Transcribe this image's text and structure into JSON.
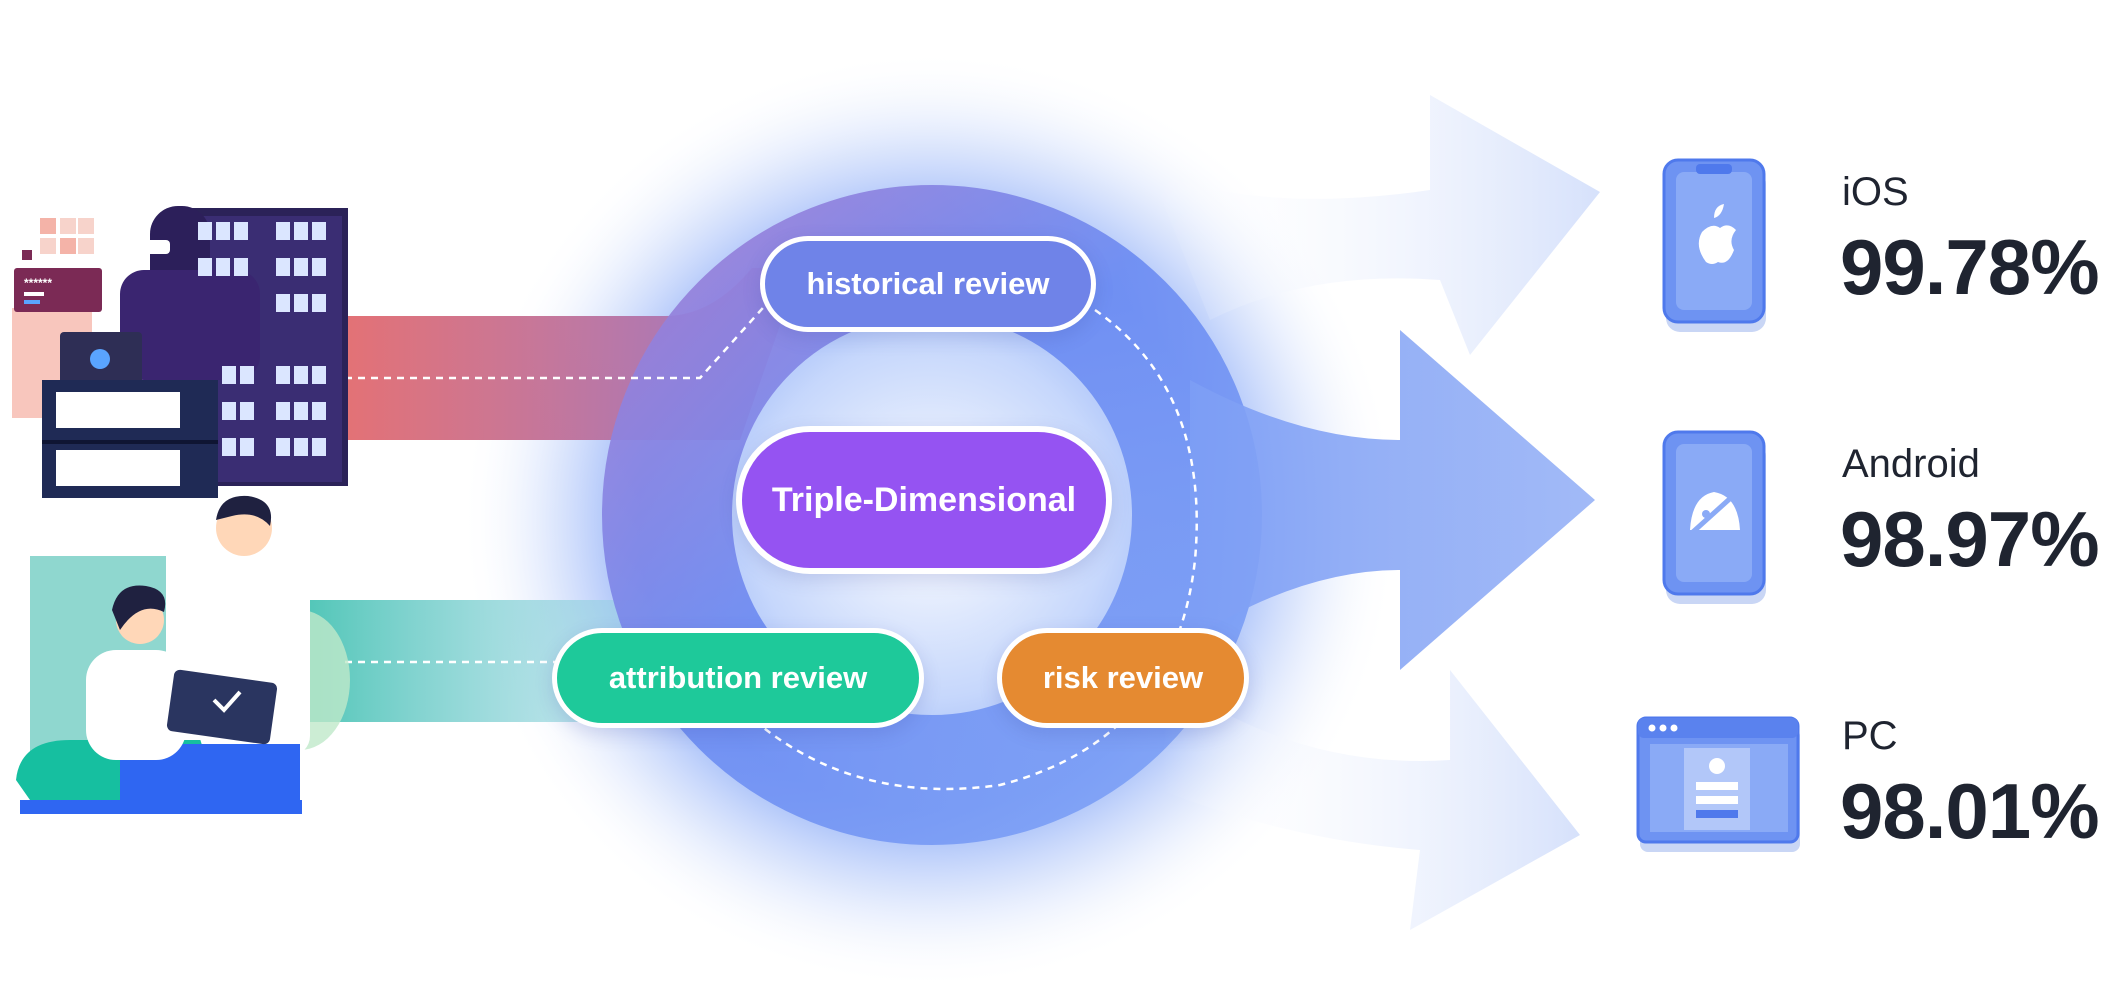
{
  "center": {
    "historical_label": "historical review",
    "triple_label": "Triple-Dimensional",
    "attribution_label": "attribution review",
    "risk_label": "risk review"
  },
  "platforms": [
    {
      "name": "iOS",
      "percent": "99.78%",
      "icon": "apple-phone-icon"
    },
    {
      "name": "Android",
      "percent": "98.97%",
      "icon": "android-phone-icon"
    },
    {
      "name": "PC",
      "percent": "98.01%",
      "icon": "browser-window-icon"
    }
  ],
  "illustrations": {
    "top": "hacker-server-illustration",
    "bottom": "team-laptop-illustration"
  },
  "login_card_text": "******",
  "colors": {
    "historical": "#6f83e8",
    "triple": "#9553f2",
    "attribution": "#1ec99a",
    "risk": "#e58a31",
    "ring": "#6b88f0",
    "text": "#1f2430"
  }
}
